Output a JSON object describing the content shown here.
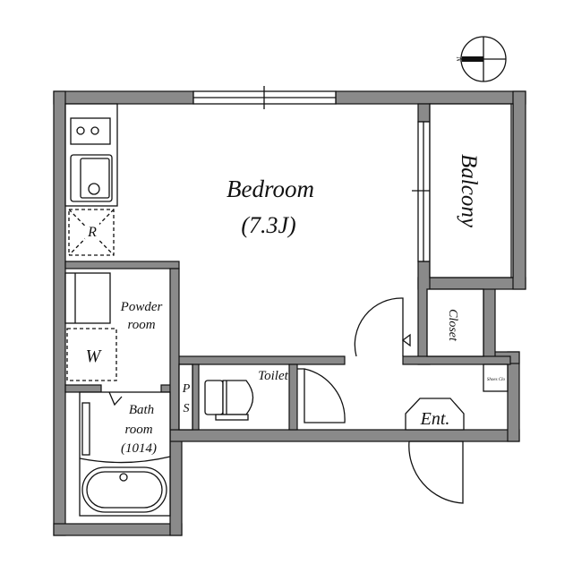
{
  "compass": {
    "label": "N"
  },
  "rooms": {
    "bedroom": {
      "name": "Bedroom",
      "size": "(7.3J)"
    },
    "balcony": {
      "name": "Balcony"
    },
    "closet": {
      "name": "Closet"
    },
    "powder_room": {
      "line1": "Powder",
      "line2": "room"
    },
    "washer": {
      "label": "W"
    },
    "refrigerator": {
      "label": "R"
    },
    "bath_room": {
      "line1": "Bath",
      "line2": "room",
      "line3": "(1014)"
    },
    "pipe_space": {
      "line1": "P",
      "line2": "S"
    },
    "toilet": {
      "name": "Toilet"
    },
    "entrance": {
      "name": "Ent."
    },
    "shoes_closet": {
      "name": "Shoes Clo"
    }
  },
  "colors": {
    "wall": "#8a8a8a",
    "line": "#111111"
  }
}
